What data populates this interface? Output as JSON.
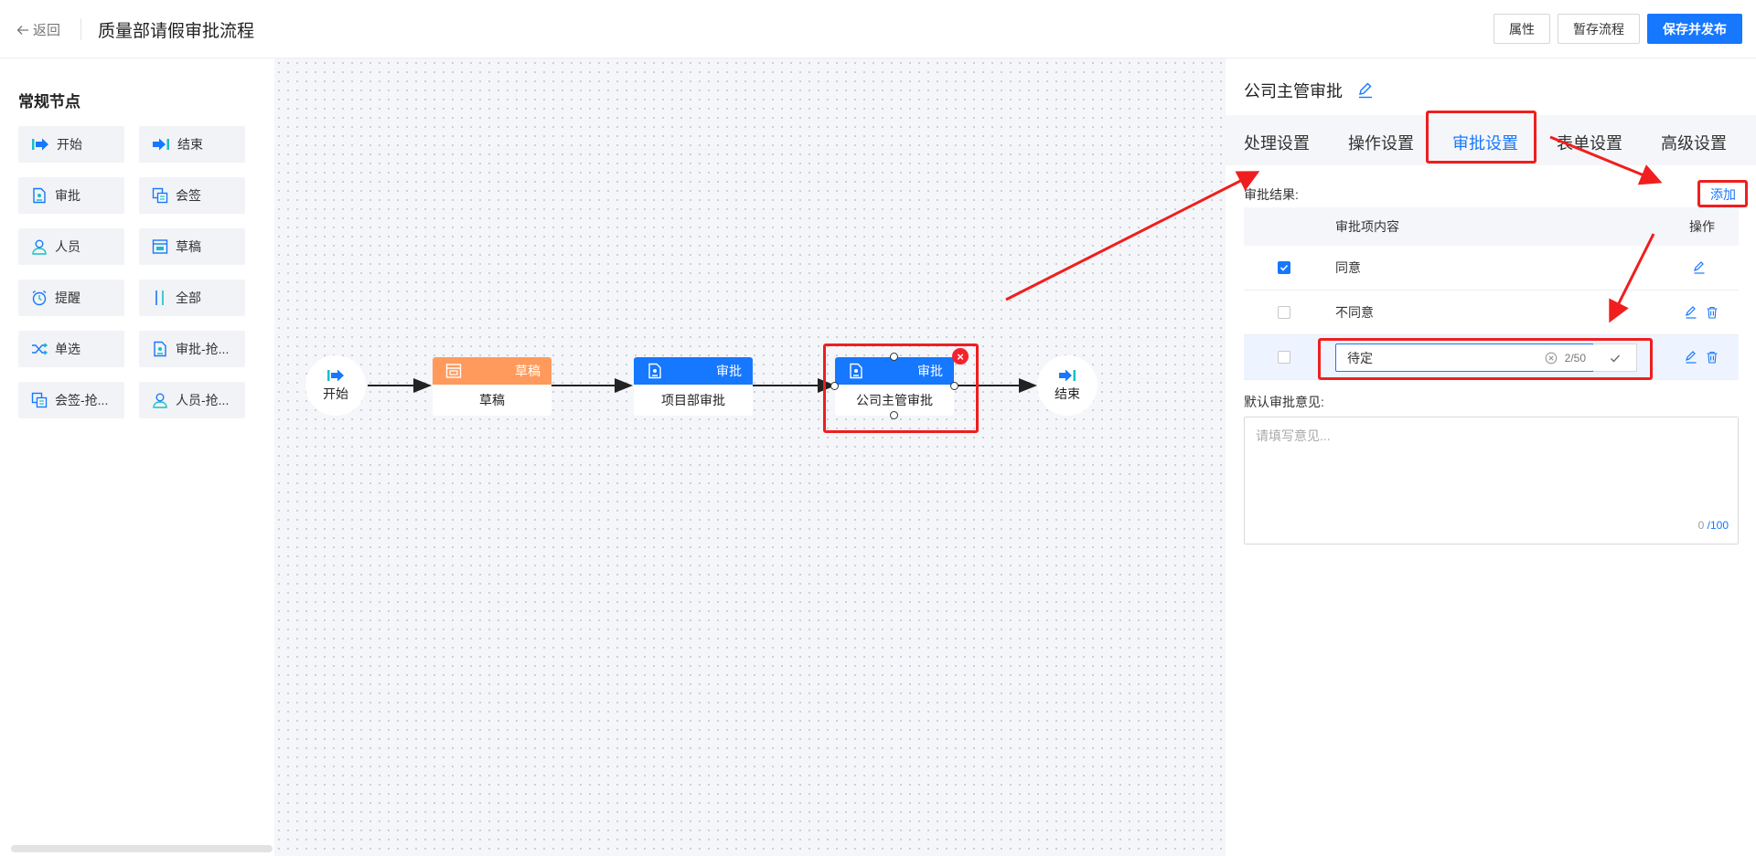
{
  "header": {
    "back_label": "返回",
    "title": "质量部请假审批流程",
    "btn_properties": "属性",
    "btn_save_draft": "暂存流程",
    "btn_save_publish": "保存并发布"
  },
  "palette": {
    "title": "常规节点",
    "items": [
      {
        "label": "开始",
        "icon": "start-flag-icon"
      },
      {
        "label": "结束",
        "icon": "end-flag-icon"
      },
      {
        "label": "审批",
        "icon": "approval-doc-icon"
      },
      {
        "label": "会签",
        "icon": "countersign-icon"
      },
      {
        "label": "人员",
        "icon": "person-icon"
      },
      {
        "label": "草稿",
        "icon": "draft-icon"
      },
      {
        "label": "提醒",
        "icon": "alarm-clock-icon"
      },
      {
        "label": "全部",
        "icon": "all-bars-icon"
      },
      {
        "label": "单选",
        "icon": "shuffle-icon"
      },
      {
        "label": "审批-抢...",
        "icon": "approval-doc-icon"
      },
      {
        "label": "会签-抢...",
        "icon": "countersign-icon"
      },
      {
        "label": "人员-抢...",
        "icon": "person-icon"
      }
    ]
  },
  "canvas": {
    "start_label": "开始",
    "end_label": "结束",
    "nodes": [
      {
        "type_label": "草稿",
        "name": "草稿",
        "color": "#ff9a5c"
      },
      {
        "type_label": "审批",
        "name": "项目部审批",
        "color": "#1677ff"
      },
      {
        "type_label": "审批",
        "name": "公司主管审批",
        "color": "#1677ff"
      }
    ]
  },
  "panel": {
    "node_title": "公司主管审批",
    "tabs": [
      "处理设置",
      "操作设置",
      "审批设置",
      "表单设置",
      "高级设置"
    ],
    "active_tab": "审批设置",
    "result_label": "审批结果:",
    "add_label": "添加",
    "table": {
      "col_content": "审批项内容",
      "col_action": "操作",
      "rows": [
        {
          "label": "同意",
          "checked": true
        },
        {
          "label": "不同意",
          "checked": false
        }
      ],
      "editing_row": {
        "value": "待定",
        "count": "2/50"
      }
    },
    "opinion_label": "默认审批意见:",
    "opinion_placeholder": "请填写意见...",
    "opinion_count": "0",
    "opinion_max": "/100"
  },
  "colors": {
    "accent": "#1677ff",
    "draft": "#ff9a5c",
    "annotation_red": "#f01e1e"
  }
}
